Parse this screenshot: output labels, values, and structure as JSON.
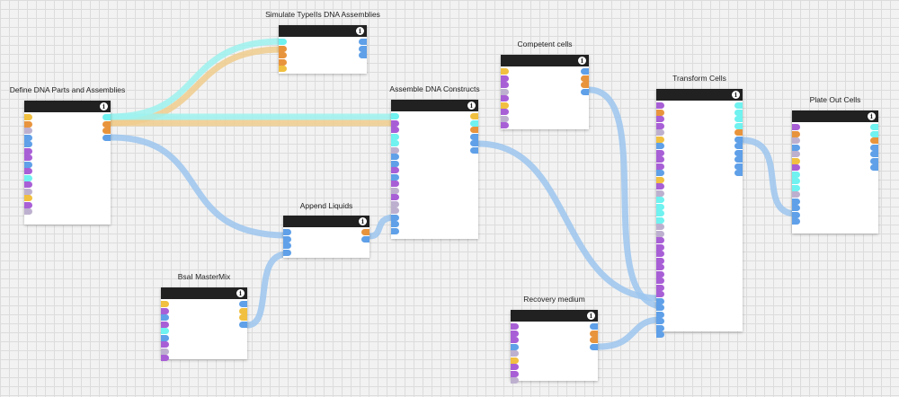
{
  "colors": {
    "canvas_bg": "#f2f2f2",
    "grid_line": "#dcdcdc",
    "header": "#212121",
    "port_orange": "#e8943d",
    "port_yellow": "#f1c040",
    "port_cyan": "#6ff2f0",
    "port_blue": "#5fa0e8",
    "port_purple": "#a85fd6",
    "port_lilac": "#bdb0cf",
    "wire_cyan": "#9ef2ee",
    "wire_orange": "#f0cd8e",
    "wire_blue": "#9cc6ee"
  },
  "nodes": [
    {
      "id": "define",
      "title": "Define DNA Parts and Assemblies",
      "inputs": [
        "yellow",
        "orange",
        "lilac",
        "blue",
        "blue",
        "purple",
        "purple",
        "blue",
        "purple",
        "cyan",
        "purple",
        "lilac",
        "yellow",
        "purple",
        "lilac"
      ],
      "outputs": [
        "cyan",
        "orange",
        "orange",
        "blue"
      ]
    },
    {
      "id": "simulate",
      "title": "Simulate TypeIIs DNA Assemblies",
      "inputs": [
        "cyan",
        "orange",
        "orange",
        "orange",
        "yellow"
      ],
      "outputs": [
        "blue",
        "blue",
        "blue"
      ]
    },
    {
      "id": "assemble",
      "title": "Assemble DNA Constructs",
      "inputs": [
        "cyan",
        "purple",
        "purple",
        "cyan",
        "cyan",
        "lilac",
        "blue",
        "blue",
        "purple",
        "blue",
        "purple",
        "lilac",
        "purple",
        "lilac",
        "lilac",
        "blue",
        "blue",
        "blue"
      ],
      "outputs": [
        "yellow",
        "cyan",
        "orange",
        "blue",
        "blue",
        "blue"
      ]
    },
    {
      "id": "append",
      "title": "Append Liquids",
      "inputs": [
        "blue",
        "blue",
        "blue",
        "blue"
      ],
      "outputs": [
        "orange",
        "blue"
      ]
    },
    {
      "id": "bsai",
      "title": "BsaI MasterMix",
      "inputs": [
        "yellow",
        "purple",
        "blue",
        "purple",
        "cyan",
        "blue",
        "purple",
        "lilac",
        "purple"
      ],
      "outputs": [
        "blue",
        "yellow",
        "yellow",
        "blue"
      ]
    },
    {
      "id": "competent",
      "title": "Competent cells",
      "inputs": [
        "yellow",
        "purple",
        "purple",
        "lilac",
        "purple",
        "yellow",
        "purple",
        "lilac",
        "purple"
      ],
      "outputs": [
        "blue",
        "orange",
        "orange",
        "blue"
      ]
    },
    {
      "id": "recovery",
      "title": "Recovery medium",
      "inputs": [
        "purple",
        "purple",
        "purple",
        "blue",
        "lilac",
        "yellow",
        "purple",
        "purple",
        "lilac"
      ],
      "outputs": [
        "blue",
        "orange",
        "orange",
        "blue"
      ]
    },
    {
      "id": "transform",
      "title": "Transform Cells",
      "inputs": [
        "purple",
        "orange",
        "purple",
        "purple",
        "lilac",
        "yellow",
        "blue",
        "purple",
        "purple",
        "purple",
        "blue",
        "yellow",
        "purple",
        "lilac",
        "cyan",
        "cyan",
        "cyan",
        "cyan",
        "lilac",
        "lilac",
        "purple",
        "purple",
        "purple",
        "purple",
        "purple",
        "purple",
        "purple",
        "purple",
        "purple",
        "blue",
        "blue",
        "blue",
        "blue",
        "blue",
        "blue"
      ],
      "outputs": [
        "cyan",
        "cyan",
        "cyan",
        "cyan",
        "orange",
        "blue",
        "blue",
        "blue",
        "blue",
        "blue",
        "blue"
      ]
    },
    {
      "id": "plate",
      "title": "Plate Out Cells",
      "inputs": [
        "purple",
        "orange",
        "lilac",
        "blue",
        "lilac",
        "yellow",
        "purple",
        "cyan",
        "cyan",
        "cyan",
        "lilac",
        "blue",
        "blue",
        "blue",
        "blue"
      ],
      "outputs": [
        "cyan",
        "cyan",
        "orange",
        "blue",
        "blue",
        "blue",
        "blue"
      ]
    }
  ],
  "info_glyph": "i"
}
